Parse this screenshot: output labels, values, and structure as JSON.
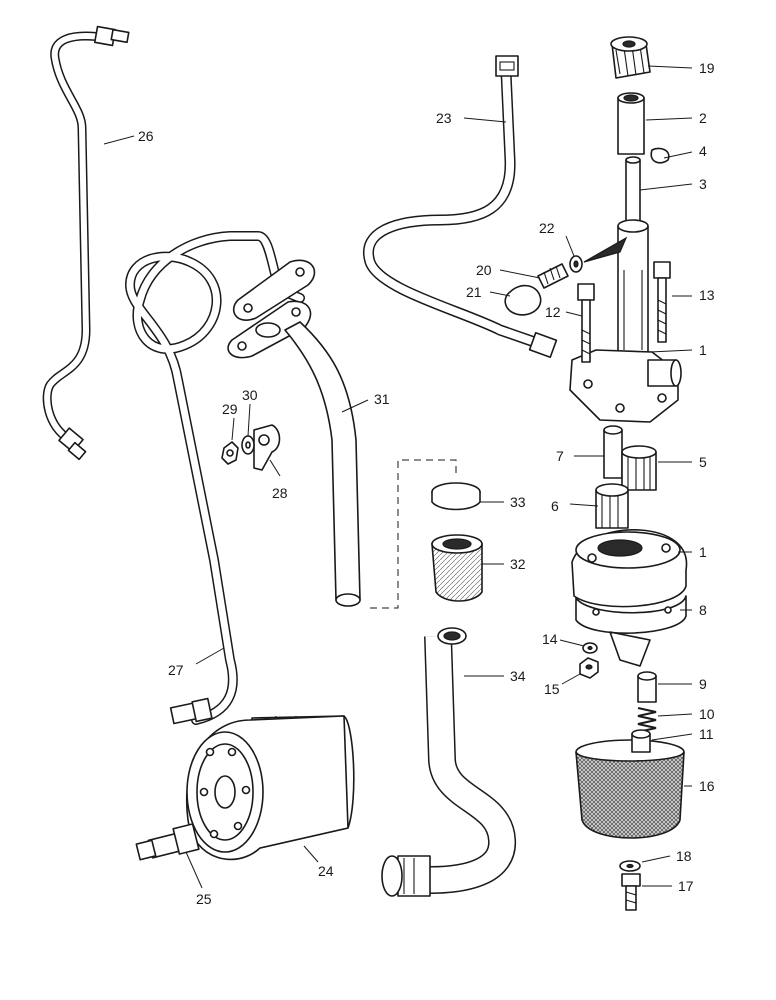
{
  "labels": {
    "l1a": "1",
    "l1b": "1",
    "l2": "2",
    "l3": "3",
    "l4": "4",
    "l5": "5",
    "l6": "6",
    "l7": "7",
    "l8": "8",
    "l9": "9",
    "l10": "10",
    "l11": "11",
    "l12": "12",
    "l13": "13",
    "l14": "14",
    "l15": "15",
    "l16": "16",
    "l17": "17",
    "l18": "18",
    "l19": "19",
    "l20": "20",
    "l21": "21",
    "l22": "22",
    "l23": "23",
    "l24": "24",
    "l25": "25",
    "l26": "26",
    "l27": "27",
    "l28": "28",
    "l29": "29",
    "l30": "30",
    "l31": "31",
    "l32": "32",
    "l33": "33",
    "l34": "34"
  }
}
